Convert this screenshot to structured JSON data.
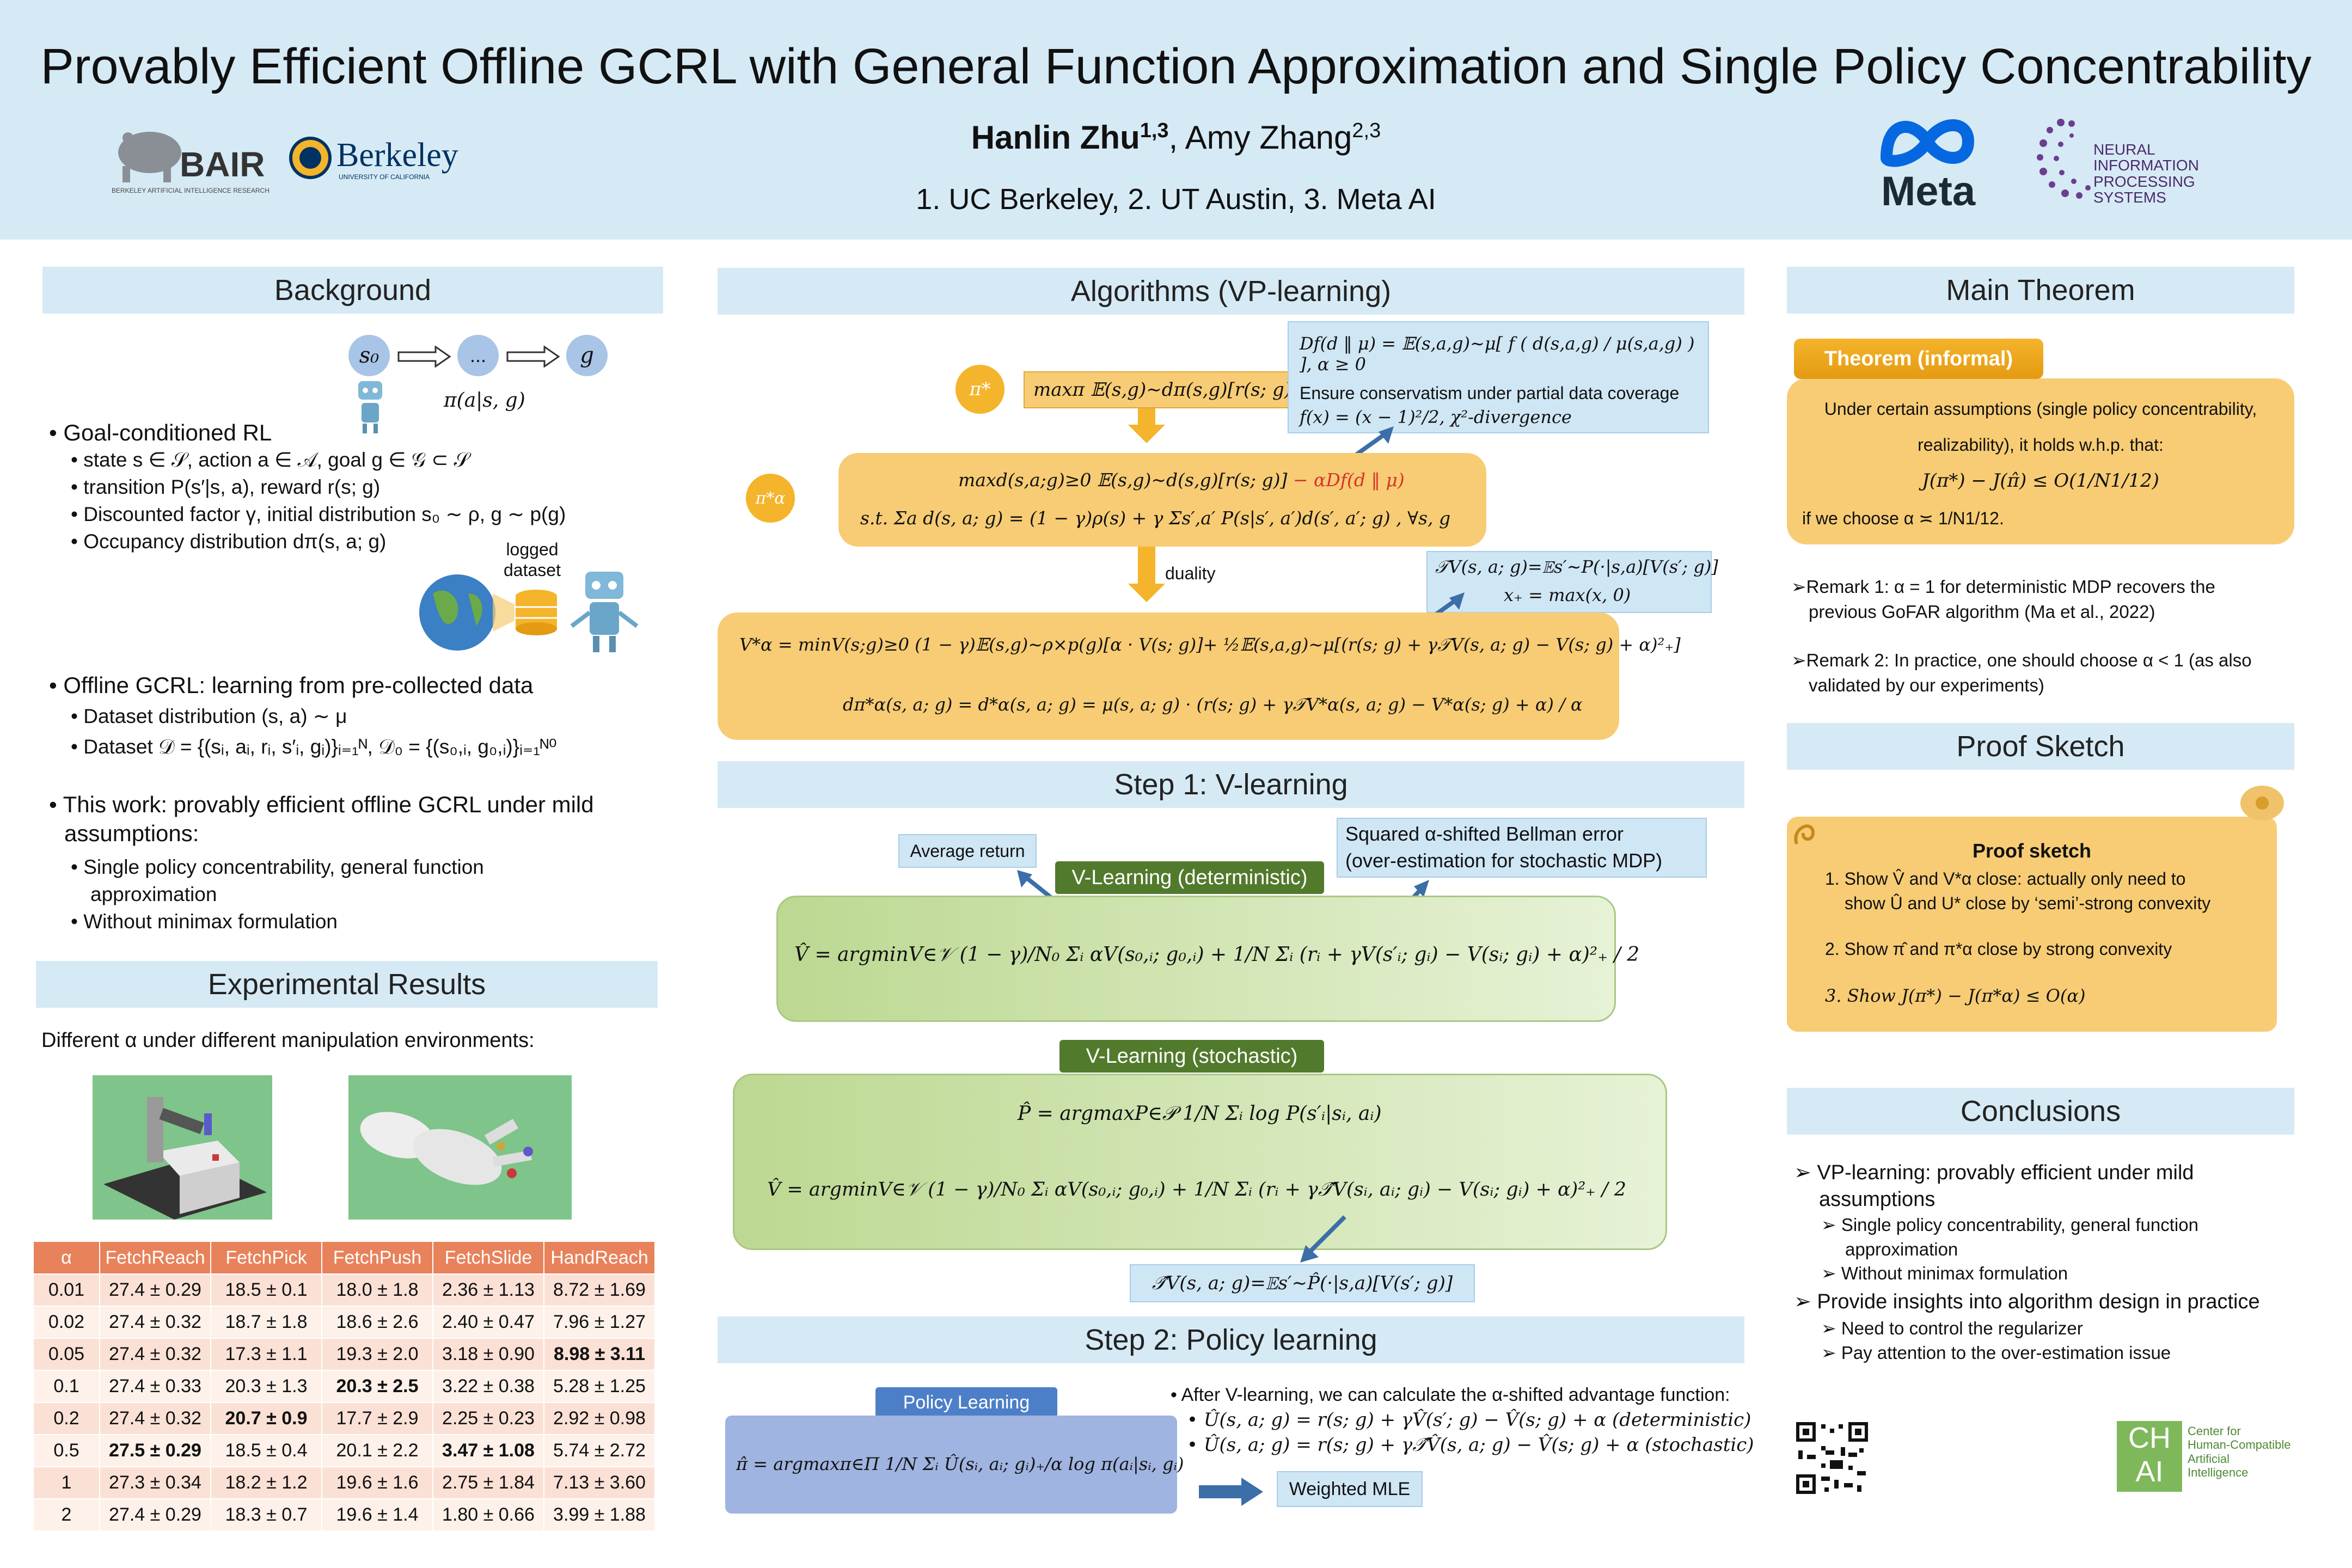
{
  "header": {
    "title": "Provably Efficient Offline GCRL with General Function Approximation and Single Policy Concentrability",
    "author1": "Hanlin Zhu",
    "author1_sup": "1,3",
    "author_sep": ", ",
    "author2": "Amy Zhang",
    "author2_sup": "2,3",
    "affiliations": "1. UC Berkeley, 2. UT Austin, 3. Meta AI",
    "logo_bair": "BAIR",
    "logo_bair_sub": "BERKELEY ARTIFICIAL INTELLIGENCE RESEARCH",
    "logo_berkeley": "Berkeley",
    "logo_berkeley_sub": "UNIVERSITY OF CALIFORNIA",
    "logo_meta": "Meta",
    "logo_neurips": "NEURAL INFORMATION PROCESSING SYSTEMS"
  },
  "background": {
    "heading": "Background",
    "diagram": {
      "s0": "s₀",
      "dots": "...",
      "g": "g",
      "policy": "π(a|s, g)",
      "logged": "logged",
      "dataset": "dataset"
    },
    "b1": "Goal-conditioned RL",
    "b1_items": [
      "state s ∈ 𝒮, action a ∈ 𝒜, goal g ∈ 𝒢 ⊂ 𝒮",
      "transition P(s′|s, a), reward r(s; g)",
      "Discounted factor γ, initial distribution s₀ ∼ ρ, g ∼ p(g)",
      "Occupancy distribution  dπ(s, a; g)"
    ],
    "b2": "Offline GCRL: learning from pre-collected data",
    "b2_items": [
      "Dataset distribution (s, a) ∼ μ",
      "Dataset 𝒟 = {(sᵢ, aᵢ, rᵢ, s′ᵢ, gᵢ)}ᵢ₌₁ᴺ, 𝒟₀ = {(s₀,ᵢ, g₀,ᵢ)}ᵢ₌₁ᴺ⁰"
    ],
    "b3_line1": "This work: provably efficient offline GCRL under mild",
    "b3_line2": "assumptions:",
    "b3_items": [
      "Single policy concentrability, general function",
      "approximation",
      "Without minimax formulation"
    ]
  },
  "experiments": {
    "heading": "Experimental Results",
    "caption": "Different α under different manipulation environments:",
    "columns": [
      "α",
      "FetchReach",
      "FetchPick",
      "FetchPush",
      "FetchSlide",
      "HandReach"
    ],
    "rows": [
      [
        "0.01",
        "27.4 ± 0.29",
        "18.5 ± 0.1",
        "18.0 ± 1.8",
        "2.36 ± 1.13",
        "8.72 ± 1.69"
      ],
      [
        "0.02",
        "27.4 ± 0.32",
        "18.7 ± 1.8",
        "18.6 ± 2.6",
        "2.40 ± 0.47",
        "7.96 ± 1.27"
      ],
      [
        "0.05",
        "27.4 ± 0.32",
        "17.3 ± 1.1",
        "19.3 ± 2.0",
        "3.18 ± 0.90",
        "8.98 ± 3.11"
      ],
      [
        "0.1",
        "27.4 ± 0.33",
        "20.3 ± 1.3",
        "20.3 ± 2.5",
        "3.22 ± 0.38",
        "5.28 ± 1.25"
      ],
      [
        "0.2",
        "27.4 ± 0.32",
        "20.7 ± 0.9",
        "17.7 ± 2.9",
        "2.25 ± 0.23",
        "2.92 ± 0.98"
      ],
      [
        "0.5",
        "27.5 ± 0.29",
        "18.5 ± 0.4",
        "20.1 ± 2.2",
        "3.47 ± 1.08",
        "5.74 ± 2.72"
      ],
      [
        "1",
        "27.3 ± 0.34",
        "18.2 ± 1.2",
        "19.6 ± 1.6",
        "2.75 ± 1.84",
        "7.13 ± 3.60"
      ],
      [
        "2",
        "27.4 ± 0.29",
        "18.3 ± 0.7",
        "19.6 ± 1.4",
        "1.80 ± 0.66",
        "3.99 ± 1.88"
      ]
    ]
  },
  "algorithms": {
    "heading": "Algorithms (VP-learning)",
    "pi_star": "π*",
    "pi_alpha": "π*α",
    "max_obj": "maxπ 𝔼(s,g)∼dπ(s,g)[r(s; g)]",
    "df_def": "Df(d ‖ μ) = 𝔼(s,a,g)∼μ[ f ( d(s,a,g) / μ(s,a,g) ) ], α ≥ 0",
    "df_note1": "Ensure conservatism under partial data coverage",
    "df_note2": "f(x) = (x − 1)²/2,  χ²-divergence",
    "primal1_black": "maxd(s,a;g)≥0 𝔼(s,g)∼d(s,g)[r(s; g)]",
    "primal1_red": " − αDf(d ‖ μ)",
    "primal2": "s.t.  Σa d(s, a; g) = (1 − γ)ρ(s) + γ Σs′,a′ P(s|s′, a′)d(s′, a′; g) ,  ∀s, g",
    "duality": "duality",
    "tv_def1": "𝒯V(s, a; g)=𝔼s′∼P(·|s,a)[V(s′; g)]",
    "tv_def2": "x₊ = max(x, 0)",
    "dual1": "V*α = minV(s;g)≥0 (1 − γ)𝔼(s,g)∼ρ×p(g)[α · V(s; g)]+ ½𝔼(s,a,g)∼μ[(r(s; g) + γ𝒯V(s, a; g) − V(s; g) + α)²₊]",
    "dual2": "dπ*α(s, a; g) = d*α(s, a; g) = μ(s, a; g) · (r(s; g) + γ𝒯V*α(s, a; g) − V*α(s; g) + α) / α"
  },
  "step1": {
    "heading": "Step 1: V-learning",
    "avg_return": "Average return",
    "bellman1": "Squared α-shifted Bellman error",
    "bellman2": "(over-estimation for stochastic MDP)",
    "label_det": "V-Learning (deterministic)",
    "det_eq": "V̂ = argminV∈𝒱  (1 − γ)/N₀ Σᵢ αV(s₀,ᵢ; g₀,ᵢ) + 1/N Σᵢ (rᵢ + γV(s′ᵢ; gᵢ) − V(sᵢ; gᵢ) + α)²₊ / 2",
    "label_sto": "V-Learning (stochastic)",
    "sto_eq1": "P̂ = argmaxP∈𝒫 1/N Σᵢ log P(s′ᵢ|sᵢ, aᵢ)",
    "sto_eq2": "V̂ = argminV∈𝒱  (1 − γ)/N₀ Σᵢ αV(s₀,ᵢ; g₀,ᵢ) + 1/N Σᵢ (rᵢ + γ𝒯̂V(sᵢ, aᵢ; gᵢ) − V(sᵢ; gᵢ) + α)²₊ / 2",
    "tv_hat": "𝒯̂V(s, a; g)=𝔼s′∼P̂(·|s,a)[V(s′; g)]"
  },
  "step2": {
    "heading": "Step 2: Policy learning",
    "label": "Policy Learning",
    "eq": "π̂ = argmaxπ∈Π 1/N Σᵢ Û(sᵢ, aᵢ; gᵢ)₊/α log π(aᵢ|sᵢ, gᵢ)",
    "after": "After V-learning, we can calculate the α-shifted advantage function:",
    "u1": "Û(s, a; g) = r(s; g) + γV̂(s′; g) − V̂(s; g) + α (deterministic)",
    "u2": "Û(s, a; g) = r(s; g) + γ𝒯̂V̂(s, a; g) − V̂(s; g) + α (stochastic)",
    "wmle": "Weighted MLE"
  },
  "theorem": {
    "heading": "Main Theorem",
    "tag": "Theorem (informal)",
    "line1": "Under certain assumptions (single policy concentrability,",
    "line2": "realizability), it holds w.h.p. that:",
    "eq": "J(π*) − J(π̂) ≤ O(1/N1/12)",
    "choose": "if we choose α ≍ 1/N1/12.",
    "r1a": "Remark 1: α = 1 for deterministic MDP recovers the",
    "r1b": "previous GoFAR algorithm (Ma et al., 2022)",
    "r2a": "Remark 2: In practice, one should choose α < 1 (as also",
    "r2b": "validated by our experiments)"
  },
  "proof": {
    "heading": "Proof Sketch",
    "title": "Proof sketch",
    "p1a": "1.  Show V̂ and V*α close: actually only need to",
    "p1b": "show Û and U* close by ‘semi’-strong convexity",
    "p2": "2. Show π̂ and π*α close by strong convexity",
    "p3": "3. Show J(π*) − J(π*α) ≤ O(α)"
  },
  "conclusions": {
    "heading": "Conclusions",
    "c1a": "VP-learning: provably efficient under mild",
    "c1b": "assumptions",
    "c1_items": [
      "Single policy concentrability, general function",
      "approximation",
      "Without minimax formulation"
    ],
    "c2": "Provide insights into algorithm design in practice",
    "c2_items": [
      "Need to control the regularizer",
      "Pay attention to the over-estimation issue"
    ],
    "chai": "CH AI",
    "chai_text": [
      "Center for",
      "Human-Compatible",
      "Artificial",
      "Intelligence"
    ]
  },
  "colors": {
    "header_bg": "#d6eaf5",
    "orange": "#f7cc74",
    "green": "#bcd891",
    "table_head": "#e8825a"
  }
}
